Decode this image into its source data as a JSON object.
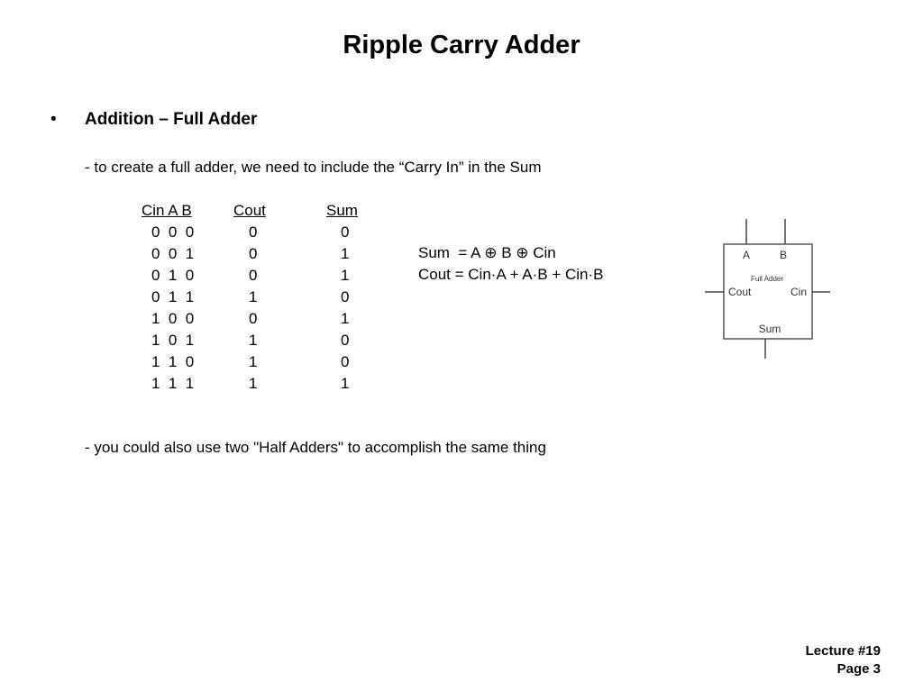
{
  "slide": {
    "title": "Ripple Carry Adder",
    "bullet": "•",
    "heading": "Addition – Full Adder",
    "line1": "- to create a full adder, we need to include the “Carry  In” in the Sum",
    "line2": "- you could also use two \"Half Adders\" to accomplish the same thing"
  },
  "truth_table": {
    "headers": [
      "Cin A B",
      "Cout",
      "Sum"
    ],
    "rows": [
      [
        "0  0  0",
        "0",
        "0"
      ],
      [
        "0  0  1",
        "0",
        "1"
      ],
      [
        "0  1  0",
        "0",
        "1"
      ],
      [
        "0  1  1",
        "1",
        "0"
      ],
      [
        "1  0  0",
        "0",
        "1"
      ],
      [
        "1  0  1",
        "1",
        "0"
      ],
      [
        "1  1  0",
        "1",
        "0"
      ],
      [
        "1  1  1",
        "1",
        "1"
      ]
    ]
  },
  "equations": {
    "sum": "Sum  = A ⊕ B ⊕ Cin",
    "cout": "Cout = Cin·A + A·B + Cin·B"
  },
  "diagram": {
    "label_a": "A",
    "label_b": "B",
    "label_block": "Full Adder",
    "label_cout": "Cout",
    "label_cin": "Cin",
    "label_sum": "Sum"
  },
  "footer": {
    "lecture": "Lecture #19",
    "page": "Page 3"
  }
}
